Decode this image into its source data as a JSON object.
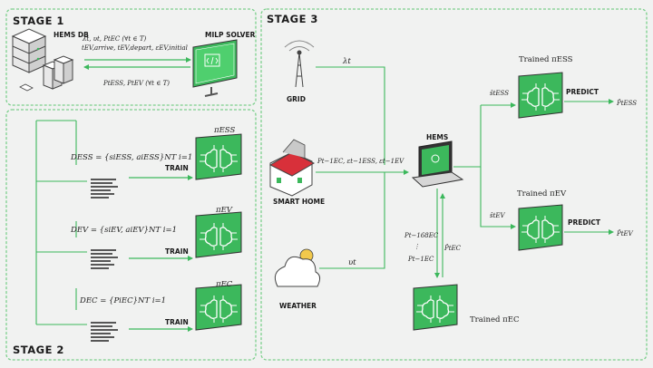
{
  "stages": {
    "s1": "STAGE 1",
    "s2": "STAGE 2",
    "s3": "STAGE 3"
  },
  "stage1": {
    "db_label": "HEMS DB",
    "solver_label": "MILP SOLVER",
    "top_math_1": "λt, υt, PtEC (∀t ∈ T)",
    "top_math_2": "tEV,arrive, tEV,depart, εEV,initial",
    "bottom_math": "PtESS, PtEV (∀t ∈ T)"
  },
  "stage2": {
    "rows": [
      {
        "dataset": "DESS = {siESS, aiESS}NT i=1",
        "train": "TRAIN",
        "policy": "πESS"
      },
      {
        "dataset": "DEV = {siEV, aiEV}NT i=1",
        "train": "TRAIN",
        "policy": "πEV"
      },
      {
        "dataset": "DEC = {PiEC}NT i=1",
        "train": "TRAIN",
        "policy": "πEC"
      }
    ]
  },
  "stage3": {
    "grid_label": "GRID",
    "home_label": "SMART HOME",
    "weather_label": "WEATHER",
    "hems_label": "HEMS",
    "lambda": "λt",
    "upsilon": "υt",
    "home_math": "Pt−1EC, εt−1ESS, εt−1EV",
    "ec_hist_1": "Pt−168EC",
    "ec_hist_2": "⋮",
    "ec_hist_3": "Pt−1EC",
    "ec_pred": "P̂tEC",
    "trained_ess": "Trained πESS",
    "trained_ev": "Trained πEV",
    "trained_ec": "Trained πEC",
    "s_ess": "ŝtESS",
    "s_ev": "ŝtEV",
    "predict_1": "PREDICT",
    "predict_2": "PREDICT",
    "out_ess": "P̂tESS",
    "out_ev": "P̂tEV"
  },
  "colors": {
    "green": "#3cb85c",
    "panel_border": "#7ccf8c",
    "background": "#f1f2f1"
  }
}
